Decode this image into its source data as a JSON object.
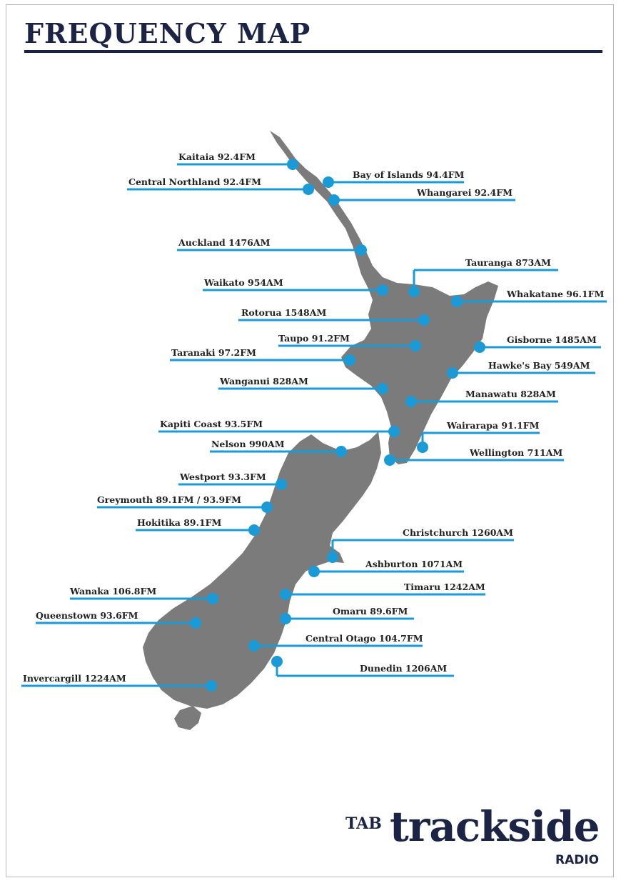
{
  "title": "FREQUENCY MAP",
  "colors": {
    "navy": "#1b2444",
    "line": "#1a9bd7",
    "land": "#7b7b7b",
    "marker": "#1a9bd7"
  },
  "stations": [
    {
      "id": "kaitaia",
      "label": "Kaitaia 92.4FM"
    },
    {
      "id": "bay-of-islands",
      "label": "Bay of Islands 94.4FM"
    },
    {
      "id": "central-northland",
      "label": "Central Northland 92.4FM"
    },
    {
      "id": "whangarei",
      "label": "Whangarei 92.4FM"
    },
    {
      "id": "auckland",
      "label": "Auckland 1476AM"
    },
    {
      "id": "tauranga",
      "label": "Tauranga 873AM"
    },
    {
      "id": "waikato",
      "label": "Waikato 954AM"
    },
    {
      "id": "whakatane",
      "label": "Whakatane 96.1FM"
    },
    {
      "id": "rotorua",
      "label": "Rotorua 1548AM"
    },
    {
      "id": "taupo",
      "label": "Taupo 91.2FM"
    },
    {
      "id": "gisborne",
      "label": "Gisborne 1485AM"
    },
    {
      "id": "taranaki",
      "label": "Taranaki 97.2FM"
    },
    {
      "id": "hawkes-bay",
      "label": "Hawke's Bay 549AM"
    },
    {
      "id": "wanganui",
      "label": "Wanganui 828AM"
    },
    {
      "id": "manawatu",
      "label": "Manawatu 828AM"
    },
    {
      "id": "kapiti-coast",
      "label": "Kapiti Coast 93.5FM"
    },
    {
      "id": "wairarapa",
      "label": "Wairarapa 91.1FM"
    },
    {
      "id": "nelson",
      "label": "Nelson 990AM"
    },
    {
      "id": "wellington",
      "label": "Wellington 711AM"
    },
    {
      "id": "westport",
      "label": "Westport 93.3FM"
    },
    {
      "id": "greymouth",
      "label": "Greymouth 89.1FM / 93.9FM"
    },
    {
      "id": "hokitika",
      "label": "Hokitika 89.1FM"
    },
    {
      "id": "christchurch",
      "label": "Christchurch 1260AM"
    },
    {
      "id": "ashburton",
      "label": "Ashburton 1071AM"
    },
    {
      "id": "wanaka",
      "label": "Wanaka 106.8FM"
    },
    {
      "id": "timaru",
      "label": "Timaru 1242AM"
    },
    {
      "id": "queenstown",
      "label": "Queenstown 93.6FM"
    },
    {
      "id": "oamaru",
      "label": "Omaru 89.6FM"
    },
    {
      "id": "central-otago",
      "label": "Central Otago 104.7FM"
    },
    {
      "id": "dunedin",
      "label": "Dunedin 1206AM"
    },
    {
      "id": "invercargill",
      "label": "Invercargill 1224AM"
    }
  ],
  "logo": {
    "tab": "TAB",
    "main": "trackside",
    "sub": "RADIO"
  }
}
